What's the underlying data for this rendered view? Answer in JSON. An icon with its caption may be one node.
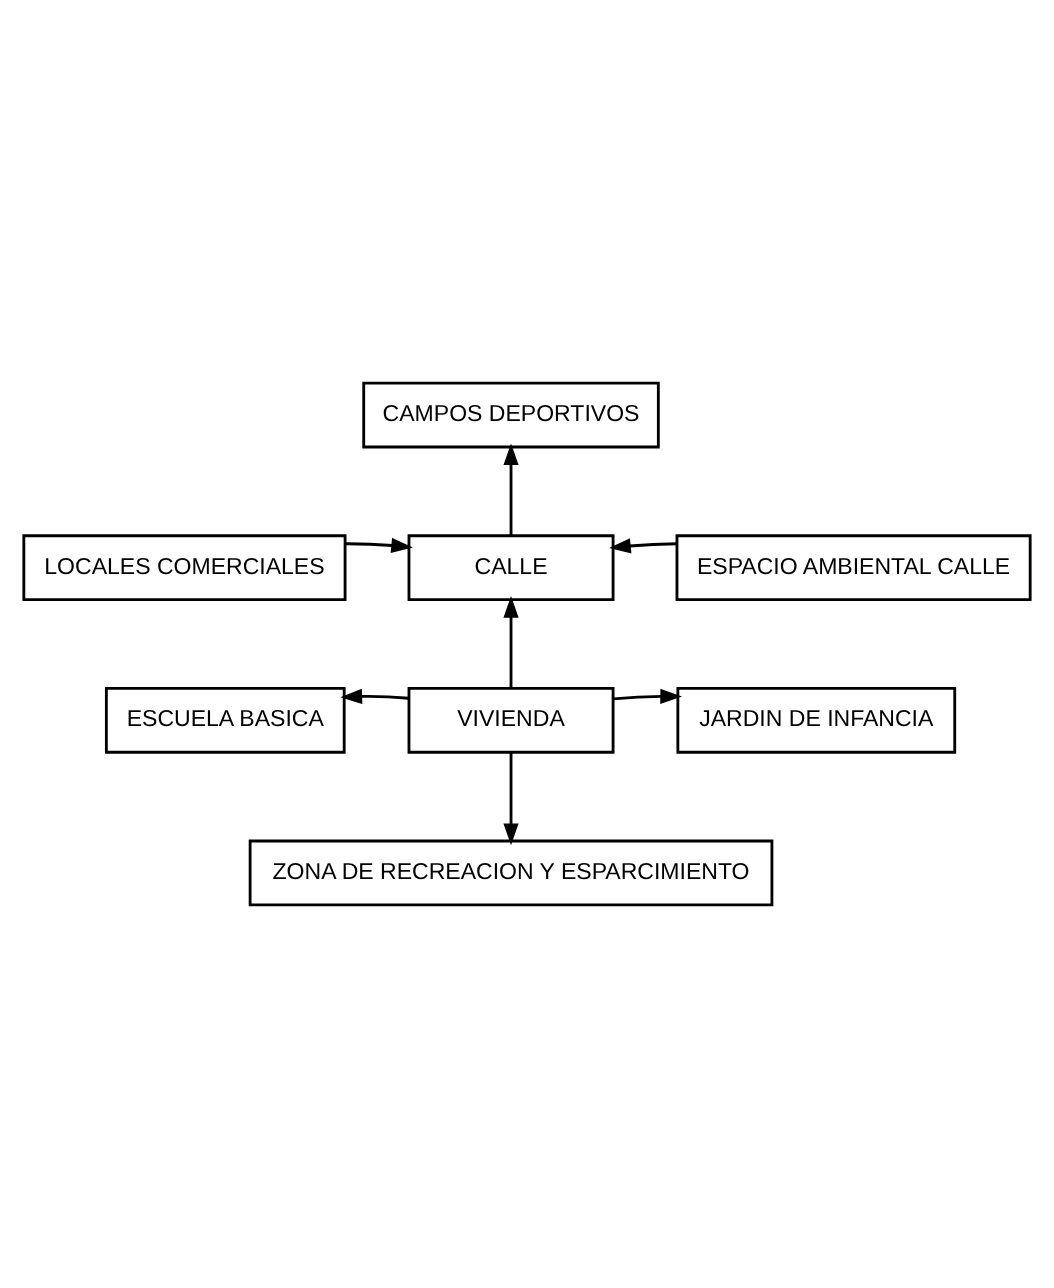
{
  "diagram": {
    "nodes": [
      {
        "text": [
          "CAMPOS DEPORTIVOS"
        ]
      },
      {
        "text": [
          "LOCALES COMERCIALES"
        ]
      },
      {
        "text": [
          "CALLE"
        ]
      },
      {
        "text": [
          "ESPACIO AMBIENTAL CALLE"
        ]
      },
      {
        "text": [
          "ESCUELA BASICA"
        ]
      },
      {
        "text": [
          "VIVIENDA"
        ]
      },
      {
        "text": [
          "JARDIN DE INFANCIA"
        ]
      },
      {
        "text": [
          "ZONA DE RECREACION Y ESPARCIMIENTO"
        ]
      }
    ],
    "edges": [
      {
        "from": 2,
        "to": 0,
        "arrow": "to"
      },
      {
        "from": 1,
        "to": 2,
        "arrow": "to"
      },
      {
        "from": 3,
        "to": 2,
        "arrow": "to"
      },
      {
        "from": 5,
        "to": 2,
        "arrow": "to"
      },
      {
        "from": 5,
        "to": 4,
        "arrow": "to"
      },
      {
        "from": 5,
        "to": 6,
        "arrow": "to"
      },
      {
        "from": 5,
        "to": 7,
        "arrow": "to"
      }
    ]
  }
}
